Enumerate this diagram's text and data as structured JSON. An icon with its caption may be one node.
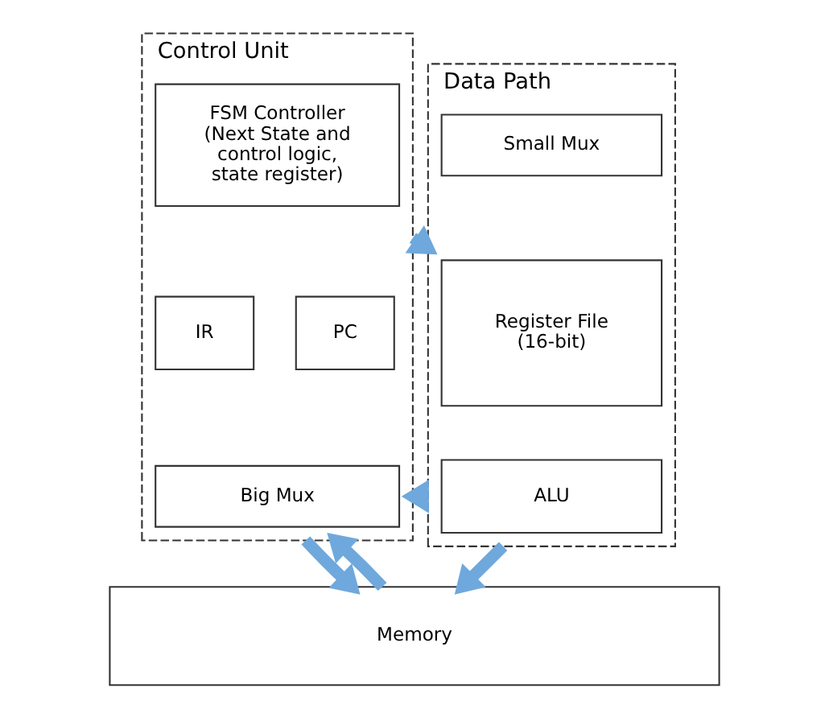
{
  "diagram": {
    "nodes": [
      {
        "text": [
          "Control Unit"
        ]
      },
      {
        "text": [
          "FSM Controller (Next State and control logic, state register)"
        ],
        "in": 0
      },
      {
        "text": [
          "PC"
        ],
        "in": 0
      },
      {
        "text": [
          "IR"
        ],
        "in": 0
      },
      {
        "text": [
          "Big Mux"
        ],
        "in": 0
      },
      {
        "text": [
          "Data Path"
        ]
      },
      {
        "text": [
          "Small Mux"
        ],
        "in": 5
      },
      {
        "text": [
          "Register File (16-bit)"
        ],
        "in": 5
      },
      {
        "text": [
          "ALU"
        ],
        "in": 5
      },
      {
        "text": [
          "Memory"
        ]
      }
    ],
    "edges": [
      {
        "from": 0,
        "to": 5,
        "arrow": "to"
      },
      {
        "from": 5,
        "to": 0,
        "arrow": "to"
      },
      {
        "from": 0,
        "to": 9,
        "arrow": "to"
      },
      {
        "from": 9,
        "to": 0,
        "arrow": "to"
      },
      {
        "from": 5,
        "to": 9,
        "arrow": "to"
      }
    ]
  }
}
